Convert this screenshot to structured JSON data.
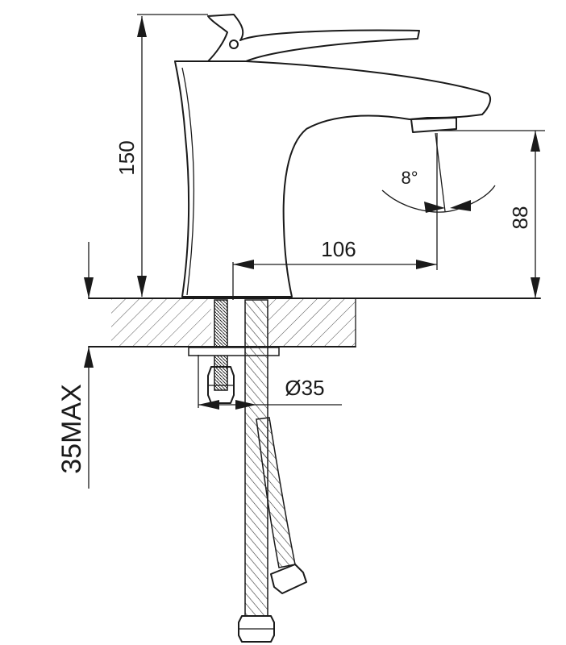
{
  "dimensions": {
    "height_total": "150",
    "spout_height": "88",
    "spout_reach": "106",
    "hole_diameter": "Ø35",
    "max_deck_thickness": "35MAX",
    "swivel_angle": "8°"
  },
  "colors": {
    "line": "#1a1a1a",
    "background": "#ffffff"
  }
}
